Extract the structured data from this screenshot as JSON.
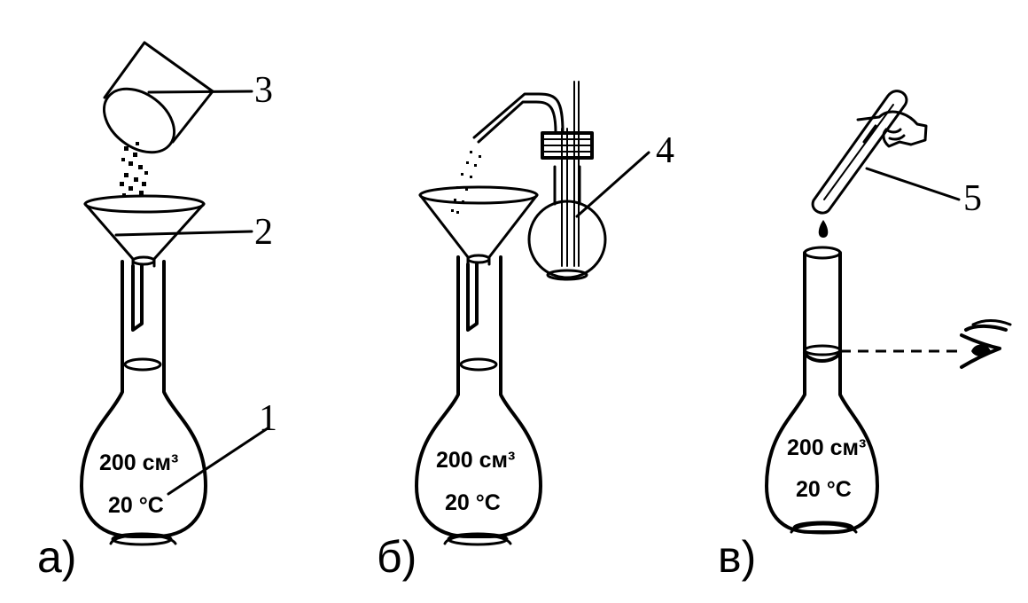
{
  "labels": {
    "flask": "1",
    "funnel": "2",
    "beaker": "3",
    "wash_bottle": "4",
    "pipette": "5"
  },
  "flask_text": {
    "volume": "200 см³",
    "temperature": "20 °C"
  },
  "panels": {
    "a": "а)",
    "b": "б)",
    "c": "в)"
  },
  "colors": {
    "ink": "#000000",
    "paper": "#ffffff"
  }
}
